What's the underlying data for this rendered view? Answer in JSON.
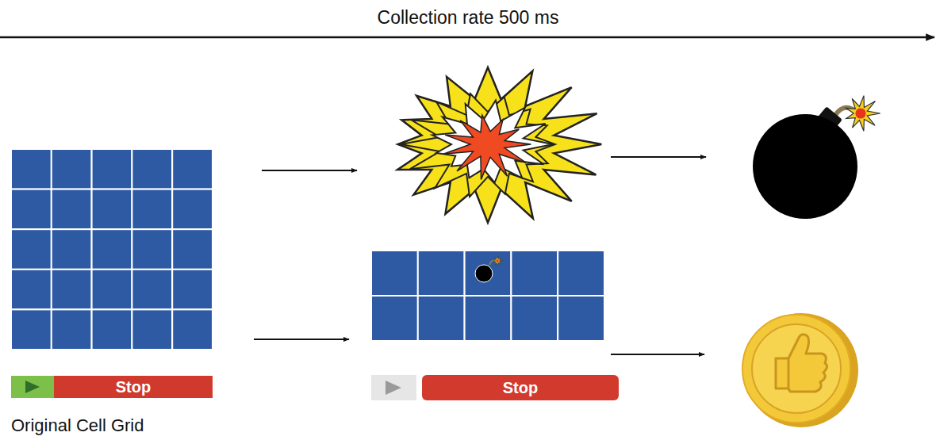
{
  "diagram": {
    "nodes": [
      {
        "text": [
          "Stop"
        ]
      },
      {
        "text": [
          "Stop"
        ]
      }
    ],
    "labels": [
      "Collection rate 500 ms",
      "Original Cell Grid"
    ]
  }
}
